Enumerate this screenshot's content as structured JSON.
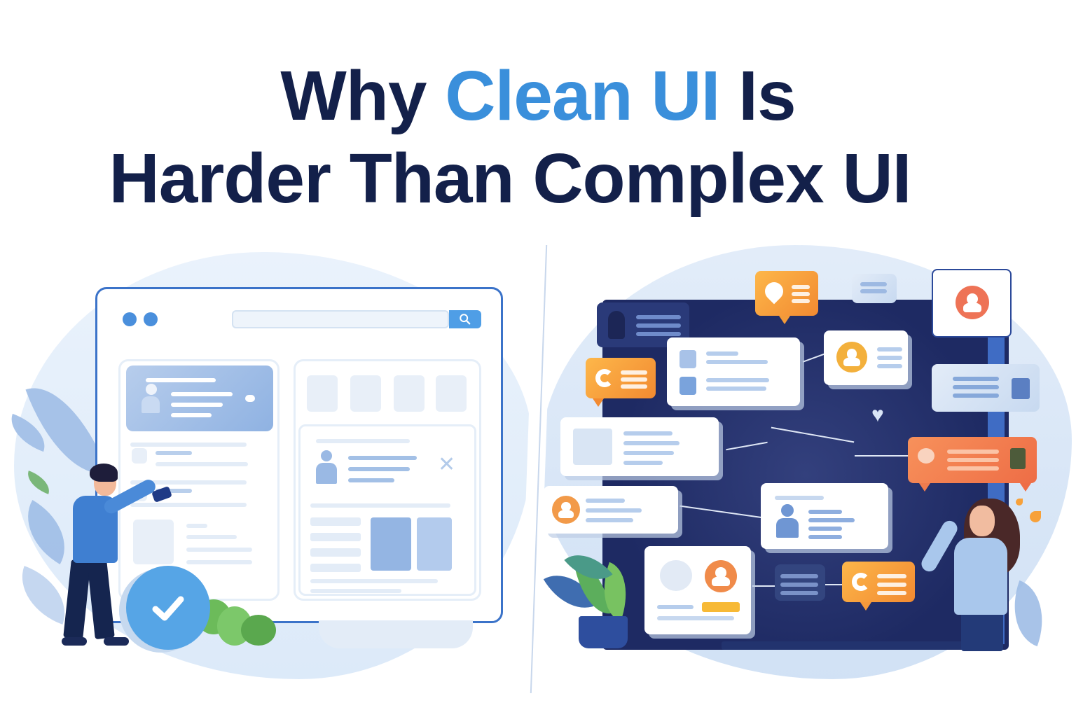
{
  "headline": {
    "line1_prefix": "Why ",
    "line1_accent": "Clean UI",
    "line1_suffix": " Is",
    "line2": "Harder Than Complex UI"
  },
  "colors": {
    "headline_dark": "#13204a",
    "headline_accent": "#3a8fdb",
    "clean_side_primary": "#3b73c9",
    "complex_board": "#1e2a63",
    "orange_card": "#f28a31",
    "coral_card": "#ee6d46",
    "check_badge": "#56a5e6"
  },
  "illustration": {
    "left_scene": {
      "concept": "clean-ui",
      "elements": [
        "browser-window",
        "search-bar",
        "search-icon",
        "profile-card",
        "content-panels",
        "check-badge",
        "man-with-phone",
        "plants"
      ]
    },
    "right_scene": {
      "concept": "complex-ui",
      "elements": [
        "dark-board",
        "notification-cards",
        "chat-bubbles",
        "avatar-cards",
        "connector-wires",
        "confused-woman",
        "potted-plant"
      ]
    }
  }
}
